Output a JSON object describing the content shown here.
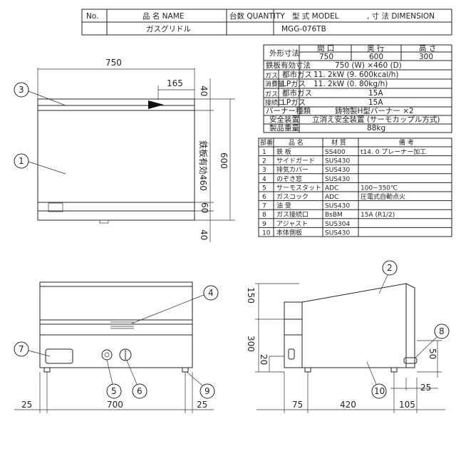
{
  "title_block": {
    "no_label": "No.",
    "name_label": "品 名 NAME",
    "qty_label": "台数 QUANTITY",
    "model_label": "型 式 MODEL",
    "dim_label": ", 寸 法 DIMENSION",
    "product_name": "ガスグリドル",
    "model": "MGG-076TB"
  },
  "spec": {
    "outer_label": "外形寸法",
    "col_w": "間 口",
    "col_d": "奥 行",
    "col_h": "高 さ",
    "w": "750",
    "d": "600",
    "h": "300",
    "rows": [
      {
        "label": "鉄板有効寸法",
        "value": "750 (W) ×460 (D)"
      },
      {
        "group": "ガス消費量",
        "label": "都市ガス",
        "value": "11. 2kW (9. 600kcal/h)"
      },
      {
        "group": "",
        "label": "LPガス",
        "value": "11. 2kW (0. 80kg/h)"
      },
      {
        "group": "ガス接続口",
        "label": "都市ガス",
        "value": "15A"
      },
      {
        "group": "",
        "label": "LPガス",
        "value": "15A"
      },
      {
        "label": "バーナー種類",
        "value": "鋳物製H型バーナー ×2"
      },
      {
        "label": "安全装置",
        "value": "立消え安全装置 (サーモカップル方式)"
      },
      {
        "label": "製品重量",
        "value": "88kg"
      }
    ],
    "gas_group_1": "ガス",
    "gas_group_1b": "消費量",
    "gas_group_2": "ガス",
    "gas_group_2b": "接続口"
  },
  "parts": {
    "headers": [
      "部番",
      "品 名",
      "材 質",
      "備 考"
    ],
    "rows": [
      [
        "1",
        "鉄 板",
        "SS400",
        "t14. 0 プレーナー加工"
      ],
      [
        "2",
        "サイドガード",
        "SUS430",
        ""
      ],
      [
        "3",
        "排気カバー",
        "SUS430",
        ""
      ],
      [
        "4",
        "のぞき窓",
        "SUS430",
        ""
      ],
      [
        "5",
        "サーモスタット",
        "ADC",
        "100~350℃"
      ],
      [
        "6",
        "ガスコック",
        "ADC",
        "圧電式自動点火"
      ],
      [
        "7",
        "油 受",
        "SUS430",
        ""
      ],
      [
        "8",
        "ガス接続口",
        "BsBM",
        "15A (R1/2)"
      ],
      [
        "9",
        "アジャスト",
        "SUS304",
        ""
      ],
      [
        "10",
        "本体側板",
        "SUS430",
        ""
      ]
    ]
  },
  "dims": {
    "top_width": "750",
    "top_165": "165",
    "top_40a": "40",
    "top_460": "鉄板有効460",
    "top_600": "600",
    "top_60": "60",
    "top_40b": "40",
    "front_25a": "25",
    "front_700": "700",
    "front_25b": "25",
    "side_150": "150",
    "side_300": "300",
    "side_20": "20",
    "side_50": "50",
    "side_25": "25",
    "side_75": "75",
    "side_420": "420",
    "side_105": "105"
  },
  "callouts": [
    "1",
    "2",
    "3",
    "4",
    "5",
    "6",
    "7",
    "8",
    "9",
    "10"
  ]
}
